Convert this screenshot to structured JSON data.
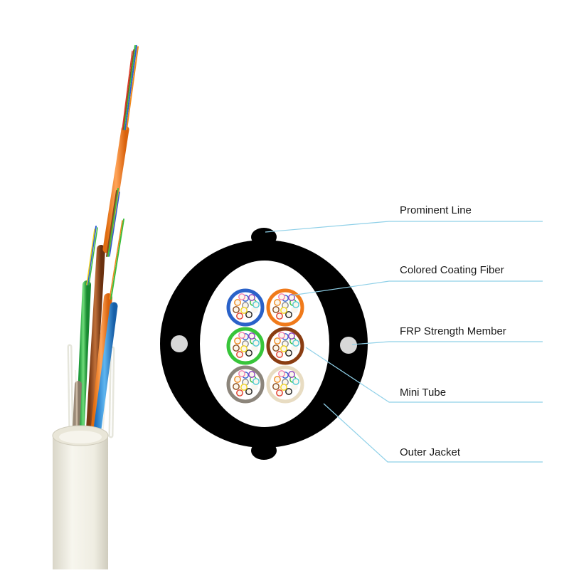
{
  "labels": {
    "prominent_line": "Prominent Line",
    "colored_coating_fiber": "Colored Coating Fiber",
    "frp_strength_member": "FRP Strength Member",
    "mini_tube": "Mini Tube",
    "outer_jacket": "Outer Jacket"
  },
  "colors": {
    "leader_line": "#8fd0e8",
    "jacket": "#000000",
    "frp": "#d8d8d8",
    "tube_blue": "#2a62c9",
    "tube_orange": "#f07a1a",
    "tube_green": "#38c53a",
    "tube_brown": "#8a3d12",
    "tube_grey": "#8c857b",
    "tube_natural": "#f2ead8",
    "cable_sheath": "#f1efe4",
    "fiber_colors": [
      "#2a5fd1",
      "#f08a1e",
      "#3bbd3b",
      "#8a4a1c",
      "#8a8a8a",
      "#f5f5f5",
      "#e23a2a",
      "#1a1a1a",
      "#f2d41c",
      "#8a3fc0",
      "#f27fb0",
      "#4ec9d6"
    ]
  }
}
